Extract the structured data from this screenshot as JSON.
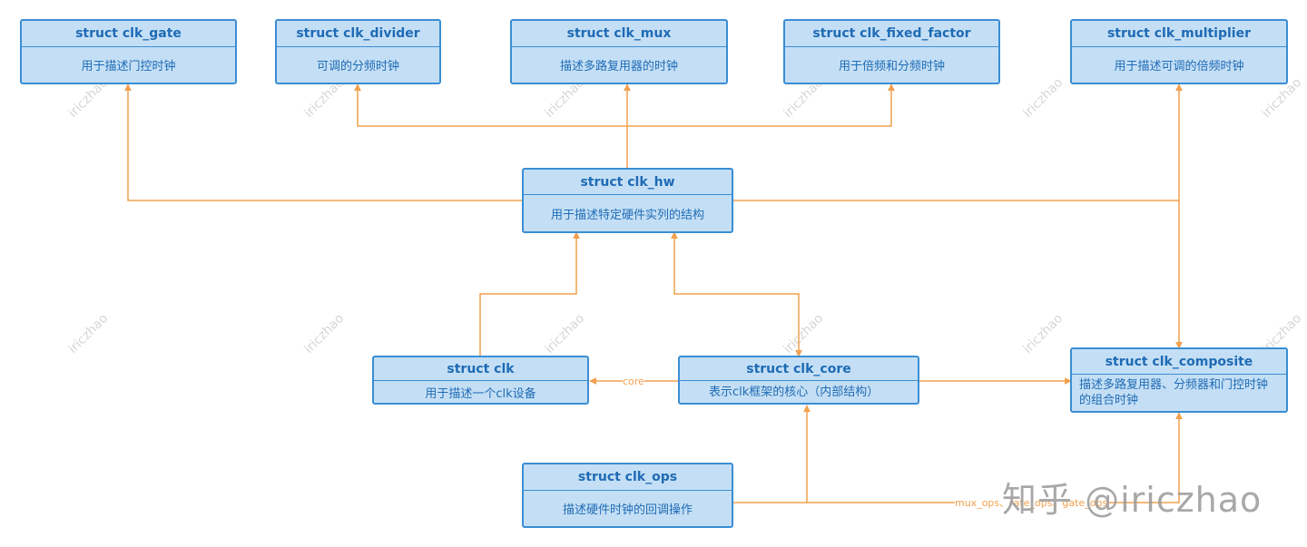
{
  "nodes": {
    "clk_gate": {
      "title": "struct clk_gate",
      "desc": "用于描述门控时钟"
    },
    "clk_divider": {
      "title": "struct clk_divider",
      "desc": "可调的分频时钟"
    },
    "clk_mux": {
      "title": "struct clk_mux",
      "desc": "描述多路复用器的时钟"
    },
    "clk_fixed_factor": {
      "title": "struct clk_fixed_factor",
      "desc": "用于倍频和分频时钟"
    },
    "clk_multiplier": {
      "title": "struct clk_multiplier",
      "desc": "用于描述可调的倍频时钟"
    },
    "clk_hw": {
      "title": "struct clk_hw",
      "desc": "用于描述特定硬件实列的结构"
    },
    "clk": {
      "title": "struct clk",
      "desc": "用于描述一个clk设备"
    },
    "clk_core": {
      "title": "struct clk_core",
      "desc": "表示clk框架的核心（内部结构）"
    },
    "clk_composite": {
      "title": "struct clk_composite",
      "desc": "描述多路复用器、分频器和门控时钟的组合时钟"
    },
    "clk_ops": {
      "title": "struct clk_ops",
      "desc": "描述硬件时钟的回调操作"
    }
  },
  "edge_labels": {
    "core": "core",
    "ops": "mux_ops、rate_ops、gate_ops"
  },
  "watermark": "iriczhao",
  "brand": "知乎 @iriczhao",
  "colors": {
    "box_fill": "#c4dff5",
    "box_border": "#3a8ed4",
    "text": "#1f6bb5",
    "arrow": "#f2a04e",
    "watermark": "#d6d6d6"
  }
}
